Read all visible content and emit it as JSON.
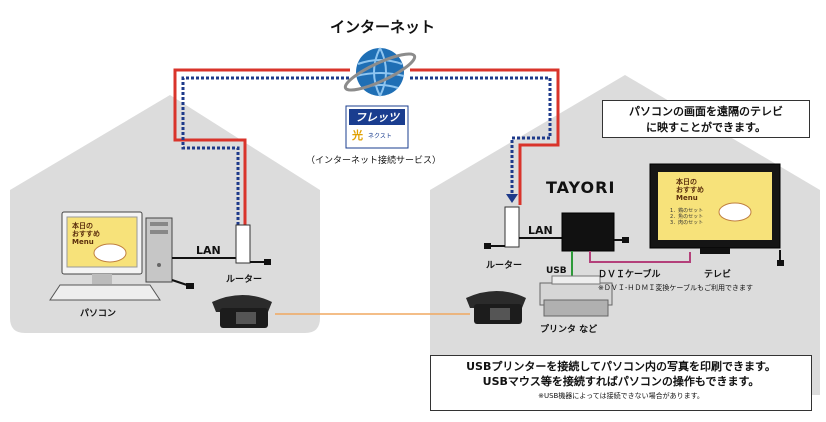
{
  "internet": {
    "title": "インターネット"
  },
  "flets": {
    "logo_text": "フレッツ",
    "logo_sub": "光",
    "logo_sub2": "ネクスト",
    "caption": "（インターネット接続サービス）"
  },
  "left_house": {
    "lan_label": "LAN",
    "router_label": "ルーター",
    "pc_label": "パソコン",
    "screen_text": [
      "本日の",
      "おすすめ",
      "Menu"
    ]
  },
  "right_house": {
    "brand": "TAYORI",
    "lan_label": "LAN",
    "router_label": "ルーター",
    "usb_label": "USB",
    "dvi_label": "ＤＶＩケーブル",
    "tv_label": "テレビ",
    "dvi_note": "※ＤＶＩ-ＨＤＭＩ変換ケーブルもご利用できます",
    "printer_label": "プリンタ など",
    "screen_text": [
      "本日の",
      "おすすめ",
      "Menu"
    ],
    "tv_menu": [
      "1．鶏のセット",
      "2．魚のセット",
      "3．肉のセット"
    ]
  },
  "callout_top": {
    "line1": "パソコンの画面を遠隔のテレビ",
    "line2": "に映すことができます。"
  },
  "callout_bottom": {
    "line1": "USBプリンターを接続してパソコン内の写真を印刷できます。",
    "line2": "USBマウス等を接続すればパソコンの操作もできます。",
    "note": "※USB機器によっては接続できない場合があります。"
  },
  "colors": {
    "house": "#dcdcdc",
    "red_line": "#d9342b",
    "blue_line": "#1e3a8a",
    "phone_line": "#f0a860",
    "dvi_line": "#b4407a",
    "usb_line": "#2e9a3a",
    "globe": "#1f6fb5"
  }
}
